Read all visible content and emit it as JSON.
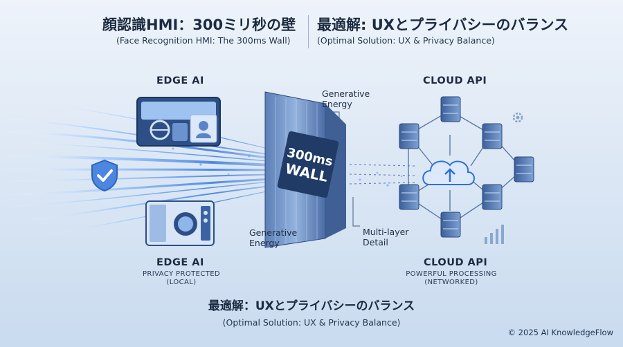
{
  "header": {
    "left_title": "顔認識HMI：300ミリ秒の壁",
    "left_subtitle": "(Face Recognition HMI: The 300ms Wall)",
    "right_title": "最適解: UXとプライバシーのバランス",
    "right_subtitle": "(Optimal Solution: UX & Privacy Balance)"
  },
  "left": {
    "top_label": "EDGE AI",
    "bottom_label": "EDGE AI",
    "bottom_sub": [
      "PRIVACY PROTECTED",
      "(LOCAL)"
    ]
  },
  "wall": {
    "line1": "300ms",
    "line2": "WALL"
  },
  "annotations": {
    "gen_top": [
      "Generative",
      "Energy"
    ],
    "gen_bottom": [
      "Generative",
      "Energy"
    ],
    "multilayer": [
      "Multi-layer",
      "Detail"
    ]
  },
  "right": {
    "top_label": "CLOUD API",
    "bottom_label": "CLOUD API",
    "bottom_sub": [
      "POWERFUL PROCESSING",
      "(NETWORKED)"
    ]
  },
  "footer": {
    "title": "最適解：UXとプライバシーのバランス",
    "subtitle": "(Optimal Solution: UX & Privacy Balance)",
    "copyright": "© 2025 AI KnowledgeFlow"
  },
  "colors": {
    "accent": "#2f6fd6",
    "navy": "#1f3b66",
    "light_blue": "#8fc0ff"
  },
  "icons": [
    "shield-check-icon",
    "car-dashboard-icon",
    "face-scan-icon",
    "appliance-icon",
    "server-stack-icon",
    "cloud-upload-icon",
    "bar-chart-icon",
    "gear-icon"
  ]
}
